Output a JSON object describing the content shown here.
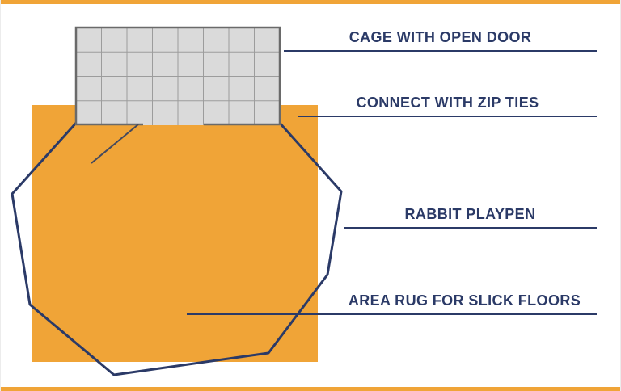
{
  "colors": {
    "orange": "#F0A437",
    "navy": "#2B3A67",
    "cage_fill": "#DADADA",
    "cage_grid": "#9C9C9C",
    "cage_border": "#6A6A6A"
  },
  "labels": {
    "cage": "CAGE WITH OPEN DOOR",
    "zip_ties": "CONNECT WITH ZIP TIES",
    "playpen": "RABBIT PLAYPEN",
    "rug": "AREA RUG FOR SLICK FLOORS"
  }
}
